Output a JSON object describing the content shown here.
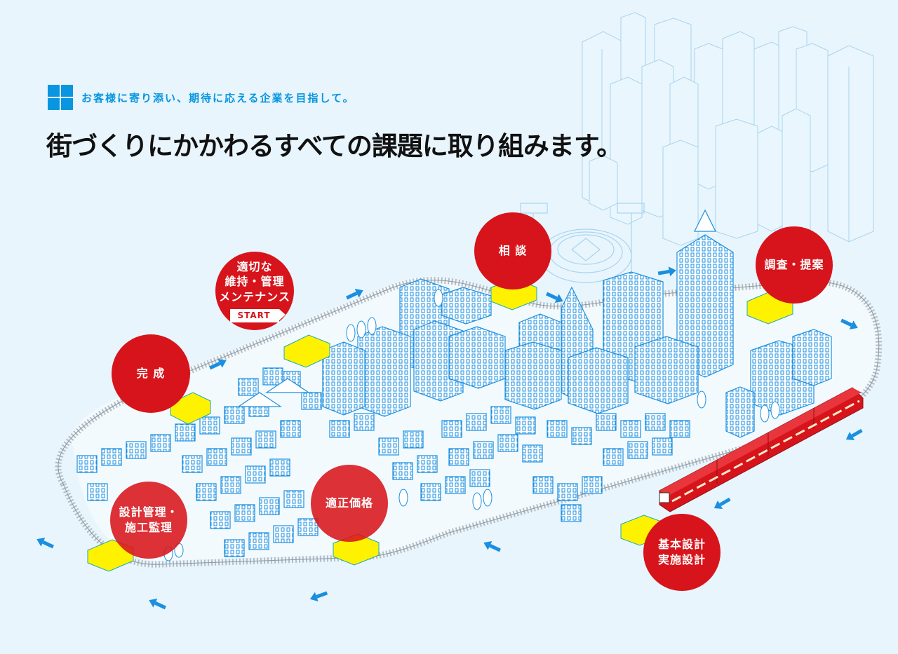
{
  "header": {
    "tagline": "お客様に寄り添い、期待に応える企業を目指して。",
    "headline": "街づくりにかかわるすべての課題に取り組みます。",
    "tagline_icon": "four-squares-icon"
  },
  "colors": {
    "background": "#e8f5fd",
    "accent_blue": "#0896e0",
    "bubble_red": "#d7141b",
    "station_yellow": "#fff200",
    "headline": "#111111"
  },
  "process_steps": [
    {
      "id": "maintenance",
      "lines": [
        "適切な",
        "維持・管理",
        "メンテナンス"
      ],
      "button": "START"
    },
    {
      "id": "consultation",
      "lines": [
        "相 談"
      ]
    },
    {
      "id": "survey",
      "lines": [
        "調査・提案"
      ]
    },
    {
      "id": "design",
      "lines": [
        "基本設計",
        "実施設計"
      ]
    },
    {
      "id": "pricing",
      "lines": [
        "適正価格"
      ]
    },
    {
      "id": "supervision",
      "lines": [
        "設計管理・",
        "施工監理"
      ]
    },
    {
      "id": "completion",
      "lines": [
        "完 成"
      ]
    }
  ],
  "illustration": {
    "track": "loop-railway",
    "train": "red-train",
    "stations": 7,
    "direction_arrows": 12
  }
}
